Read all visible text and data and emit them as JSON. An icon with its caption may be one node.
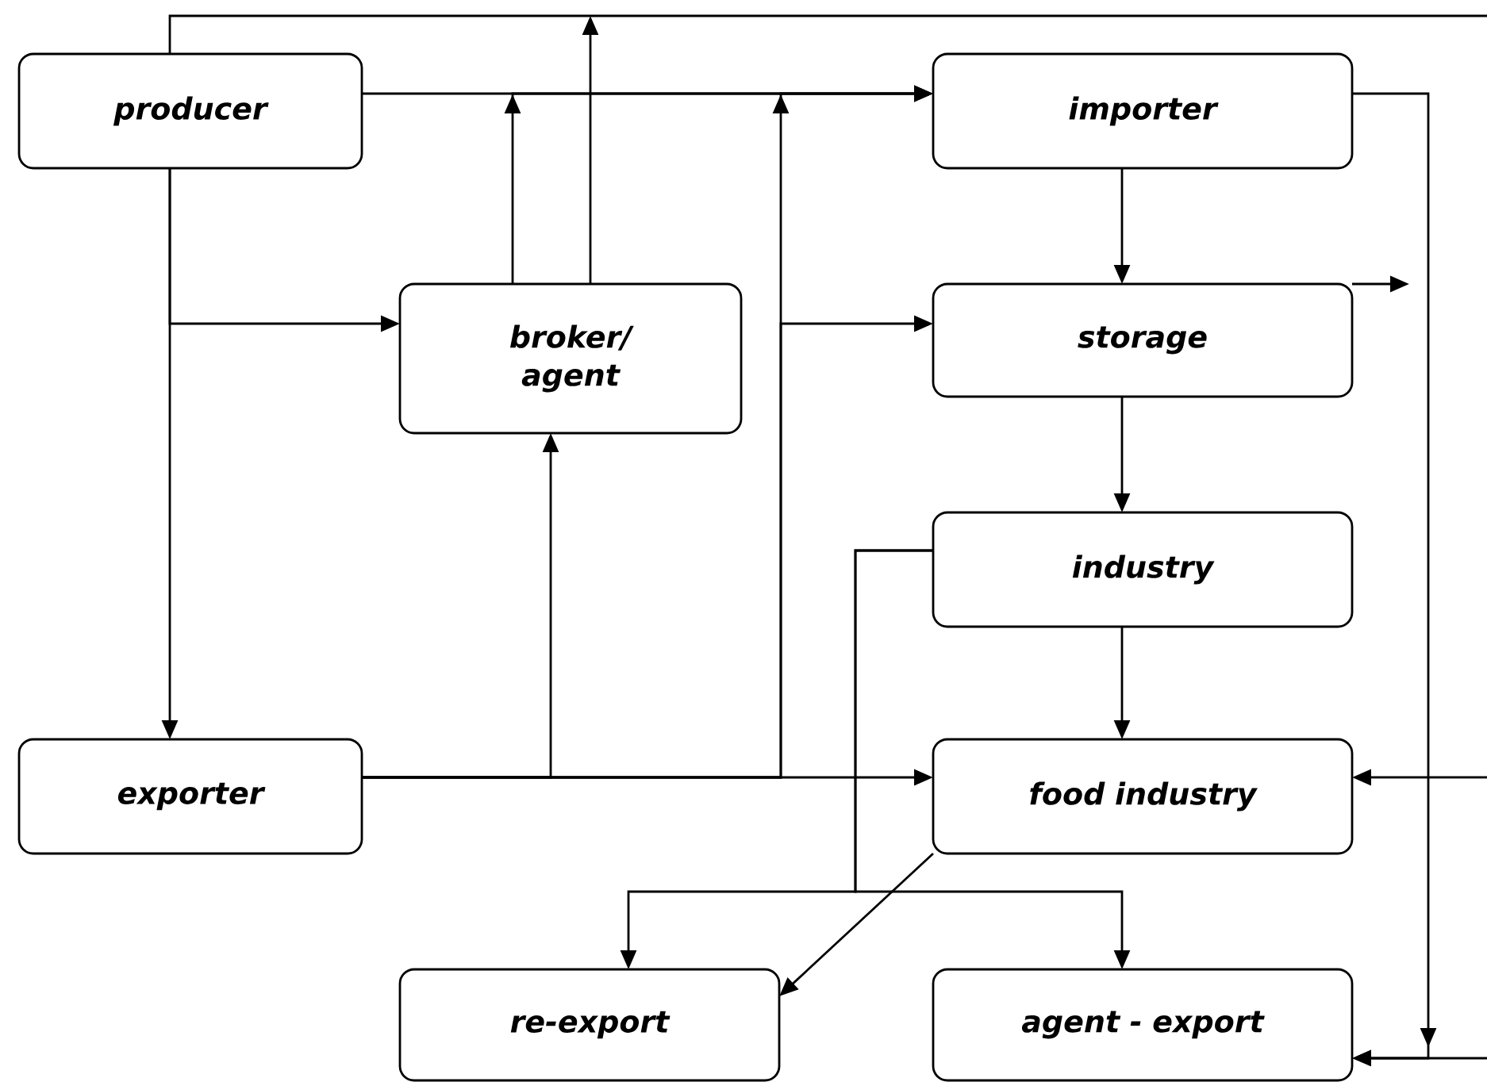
{
  "diagram": {
    "nodes": [
      {
        "text": [
          "producer"
        ]
      },
      {
        "text": [
          "importer"
        ]
      },
      {
        "text": [
          "broker/ agent"
        ]
      },
      {
        "text": [
          "storage"
        ]
      },
      {
        "text": [
          "industry"
        ]
      },
      {
        "text": [
          "exporter"
        ]
      },
      {
        "text": [
          "food industry"
        ]
      },
      {
        "text": [
          "re-export"
        ]
      },
      {
        "text": [
          "agent - export"
        ]
      }
    ],
    "edges": [
      {
        "from": 0,
        "to": 1,
        "arrow": "to"
      },
      {
        "from": 0,
        "to": null,
        "arrow": "none"
      },
      {
        "from": 0,
        "to": 5,
        "arrow": "to"
      },
      {
        "from": 0,
        "to": 2,
        "arrow": "to"
      },
      {
        "from": 2,
        "to": 1,
        "arrow": "to"
      },
      {
        "from": 2,
        "to": null,
        "arrow": "to"
      },
      {
        "from": 1,
        "to": 3,
        "arrow": "to"
      },
      {
        "from": 1,
        "to": 8,
        "arrow": "to"
      },
      {
        "from": 5,
        "to": 6,
        "arrow": "to"
      },
      {
        "from": 5,
        "to": 2,
        "arrow": "to"
      },
      {
        "from": 5,
        "to": 1,
        "arrow": "to"
      },
      {
        "from": 5,
        "to": 3,
        "arrow": "to"
      },
      {
        "from": 3,
        "to": null,
        "arrow": "to"
      },
      {
        "from": 3,
        "to": 4,
        "arrow": "to"
      },
      {
        "from": 4,
        "to": 6,
        "arrow": "to"
      },
      {
        "from": 4,
        "to": 7,
        "arrow": "to"
      },
      {
        "from": 4,
        "to": 8,
        "arrow": "to"
      },
      {
        "from": 6,
        "to": 7,
        "arrow": "to"
      },
      {
        "from": null,
        "to": 6,
        "arrow": "to"
      },
      {
        "from": null,
        "to": 8,
        "arrow": "to"
      }
    ]
  }
}
